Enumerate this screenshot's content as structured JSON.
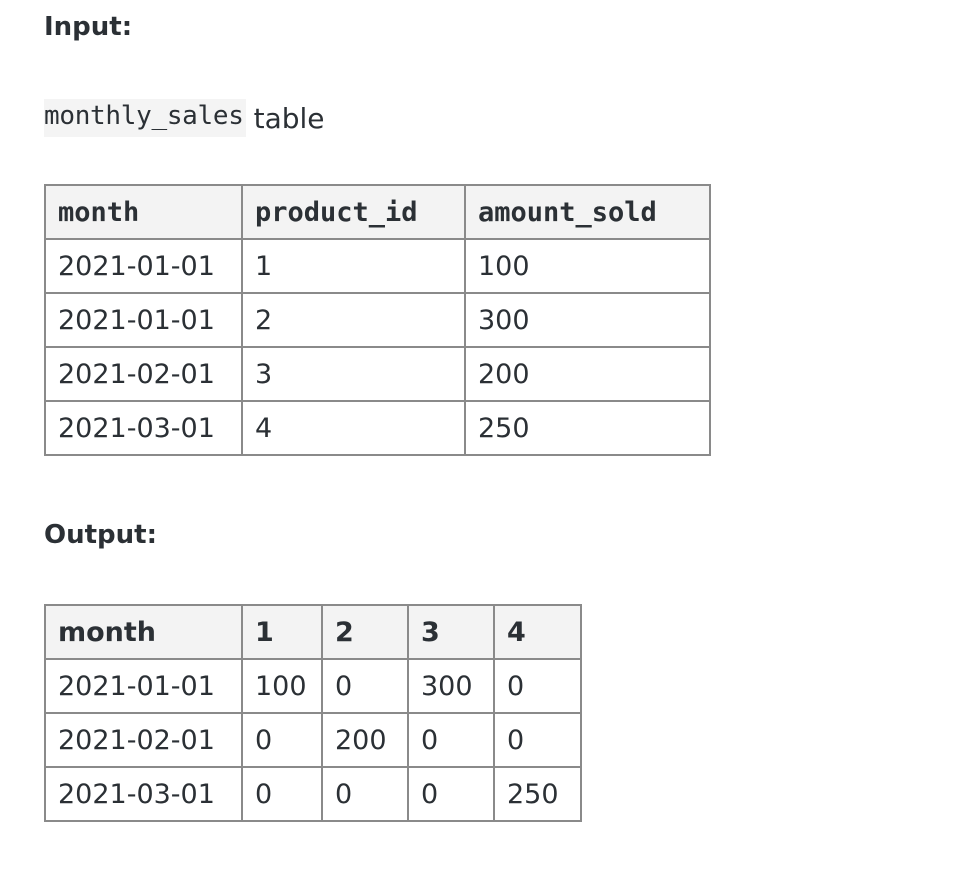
{
  "input": {
    "heading": "Input:",
    "table_name": "monthly_sales",
    "table_suffix": "table",
    "headers": [
      "month",
      "product_id",
      "amount_sold"
    ],
    "rows": [
      [
        "2021-01-01",
        "1",
        "100"
      ],
      [
        "2021-01-01",
        "2",
        "300"
      ],
      [
        "2021-02-01",
        "3",
        "200"
      ],
      [
        "2021-03-01",
        "4",
        "250"
      ]
    ]
  },
  "output": {
    "heading": "Output:",
    "headers": [
      "month",
      "1",
      "2",
      "3",
      "4"
    ],
    "rows": [
      [
        "2021-01-01",
        "100",
        "0",
        "300",
        "0"
      ],
      [
        "2021-02-01",
        "0",
        "200",
        "0",
        "0"
      ],
      [
        "2021-03-01",
        "0",
        "0",
        "0",
        "250"
      ]
    ]
  }
}
